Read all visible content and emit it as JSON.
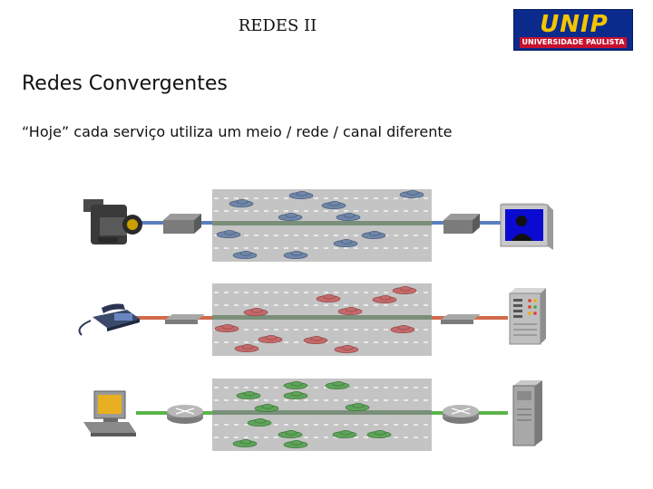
{
  "header": {
    "title": "REDES II"
  },
  "logo": {
    "main": "UNIP",
    "sub": "UNIVERSIDADE PAULISTA"
  },
  "slide": {
    "title": "Redes Convergentes",
    "bullet": "“Hoje” cada serviço utiliza um meio / rede / canal diferente"
  },
  "diagram": {
    "rows": [
      {
        "left_icon": "video-camera-icon",
        "right_icon": "tv-monitor-icon",
        "line_color": "#5a7fbf",
        "car_color": "#6f86a8",
        "device": "modem-icon"
      },
      {
        "left_icon": "telephone-icon",
        "right_icon": "pbx-icon",
        "line_color": "#d06a4a",
        "car_color": "#c46a6a",
        "device": "hub-icon"
      },
      {
        "left_icon": "computer-icon",
        "right_icon": "server-icon",
        "line_color": "#5ab54a",
        "car_color": "#5ea35a",
        "device": "router-icon"
      }
    ]
  }
}
